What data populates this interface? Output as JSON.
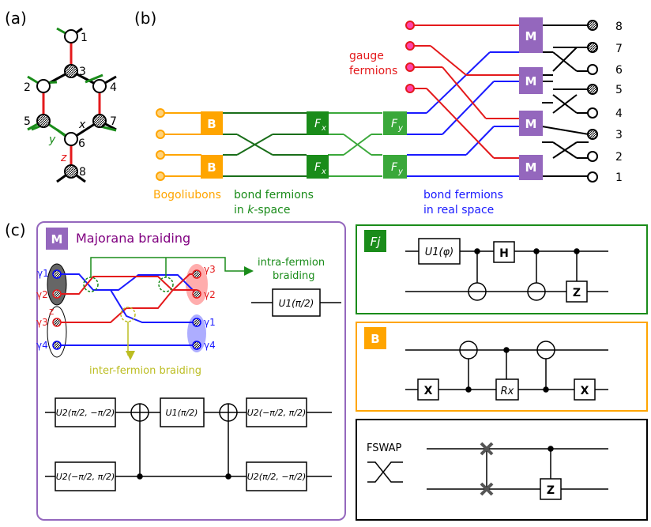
{
  "panel_labels": {
    "a": "(a)",
    "b": "(b)",
    "c": "(c)"
  },
  "lattice": {
    "site_labels": [
      "1",
      "2",
      "3",
      "4",
      "5",
      "6",
      "7",
      "8"
    ],
    "bond_x": "x",
    "bond_y": "y",
    "bond_z": "z"
  },
  "circuit_b": {
    "gauge_label_1": "gauge",
    "gauge_label_2": "fermions",
    "gate_B": "B",
    "gate_M": "M",
    "fx_main": "F",
    "fx_sub": "x",
    "fy_main": "F",
    "fy_sub": "y",
    "output_labels": [
      "8",
      "7",
      "6",
      "5",
      "4",
      "3",
      "2",
      "1"
    ],
    "caption_bogoliubons": "Bogoliubons",
    "caption_bond_k_1": "bond fermions",
    "caption_bond_k_2": "in k-space",
    "caption_bond_k_2_pre": "in ",
    "caption_bond_k_2_k": "k",
    "caption_bond_k_2_post": "-space",
    "caption_bond_real_1": "bond fermions",
    "caption_bond_real_2": "in real space"
  },
  "panel_c": {
    "title_badge": "M",
    "title": "Majorana braiding",
    "gamma1": "γ1",
    "gamma2": "γ2",
    "gamma3": "γ3",
    "gamma4": "γ4",
    "z_label": "z",
    "intra_1": "intra-fermion",
    "intra_2": "braiding",
    "inter": "inter-fermion braiding",
    "u1_pi2": "U1(π/2)",
    "u2_a": "U2(π/2, −π/2)",
    "u2_b": "U2(−π/2, π/2)"
  },
  "panel_fj": {
    "badge": "Fj",
    "u1": "U1(φ)",
    "h": "H",
    "z": "Z"
  },
  "panel_b_gate": {
    "badge": "B",
    "x": "X",
    "rx": "Rx"
  },
  "panel_fswap": {
    "label": "FSWAP",
    "z": "Z"
  },
  "colors": {
    "red": "#e41a1c",
    "green": "#1a8c1a",
    "blue": "#1a1aff",
    "orange": "#ffa500",
    "purple": "#9467bd",
    "olive": "#bcbd22",
    "lightgreen": "#3aa83a"
  }
}
